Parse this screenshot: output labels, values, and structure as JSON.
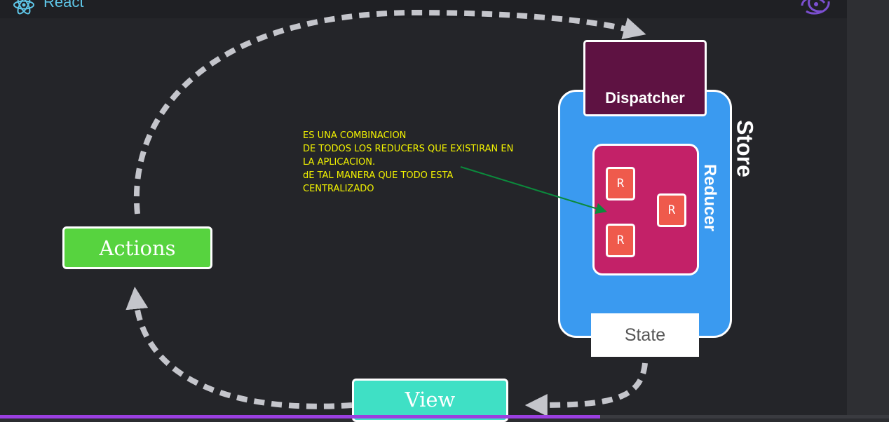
{
  "header": {
    "title": "React"
  },
  "diagram": {
    "actions_label": "Actions",
    "view_label": "View",
    "store_label": "Store",
    "dispatcher_label": "Dispatcher",
    "reducer_label": "Reducer",
    "state_label": "State",
    "reducer_items": [
      "R",
      "R",
      "R"
    ]
  },
  "note": {
    "lines": [
      "ES UNA COMBINACION",
      "DE TODOS LOS REDUCERS QUE EXISTIRAN EN",
      "LA APLICACION.",
      "dE TAL MANERA QUE TODO ESTA",
      "CENTRALIZADO"
    ]
  },
  "progress": {
    "value": 0.675
  },
  "colors": {
    "actions": "#57d33f",
    "view": "#3fe0c5",
    "store": "#3a9af0",
    "dispatcher": "#5e1242",
    "reducer": "#c32168",
    "reducer_item": "#ef5a4c",
    "note_text": "#f2f200",
    "annotation_arrow": "#0b8a3c",
    "flow_arrow": "#c4c5cb",
    "progress": "#9b3fe0"
  },
  "icons": {
    "header_logo": "react-atom-icon",
    "brand_logo": "redux-icon"
  }
}
